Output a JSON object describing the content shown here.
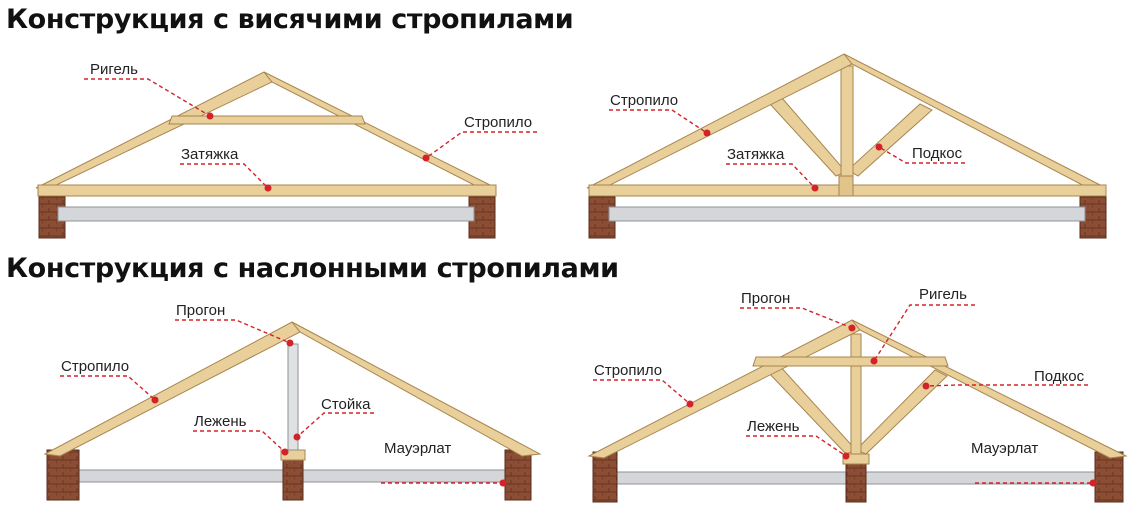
{
  "headings": {
    "hanging": "Конструкция с висячими стропилами",
    "layered": "Конструкция с наслонными стропилами"
  },
  "colors": {
    "wood": "#e9cf9a",
    "wood_stroke": "#a8854e",
    "brick": "#8b4d34",
    "brick_stroke": "#5a2d1c",
    "ceiling": "#d4d6d9",
    "leader": "#d2232a"
  },
  "diagrams": {
    "d1": {
      "rigel": "Ригель",
      "stropilo": "Стропило",
      "zatyazhka": "Затяжка"
    },
    "d2": {
      "stropilo": "Стропило",
      "zatyazhka": "Затяжка",
      "podkos": "Подкос"
    },
    "d3": {
      "progon": "Прогон",
      "stropilo": "Стропило",
      "lezhen": "Лежень",
      "stoyka": "Стойка",
      "mauerlat": "Мауэрлат"
    },
    "d4": {
      "progon": "Прогон",
      "rigel": "Ригель",
      "stropilo": "Стропило",
      "podkos": "Подкос",
      "lezhen": "Лежень",
      "mauerlat": "Мауэрлат"
    }
  }
}
